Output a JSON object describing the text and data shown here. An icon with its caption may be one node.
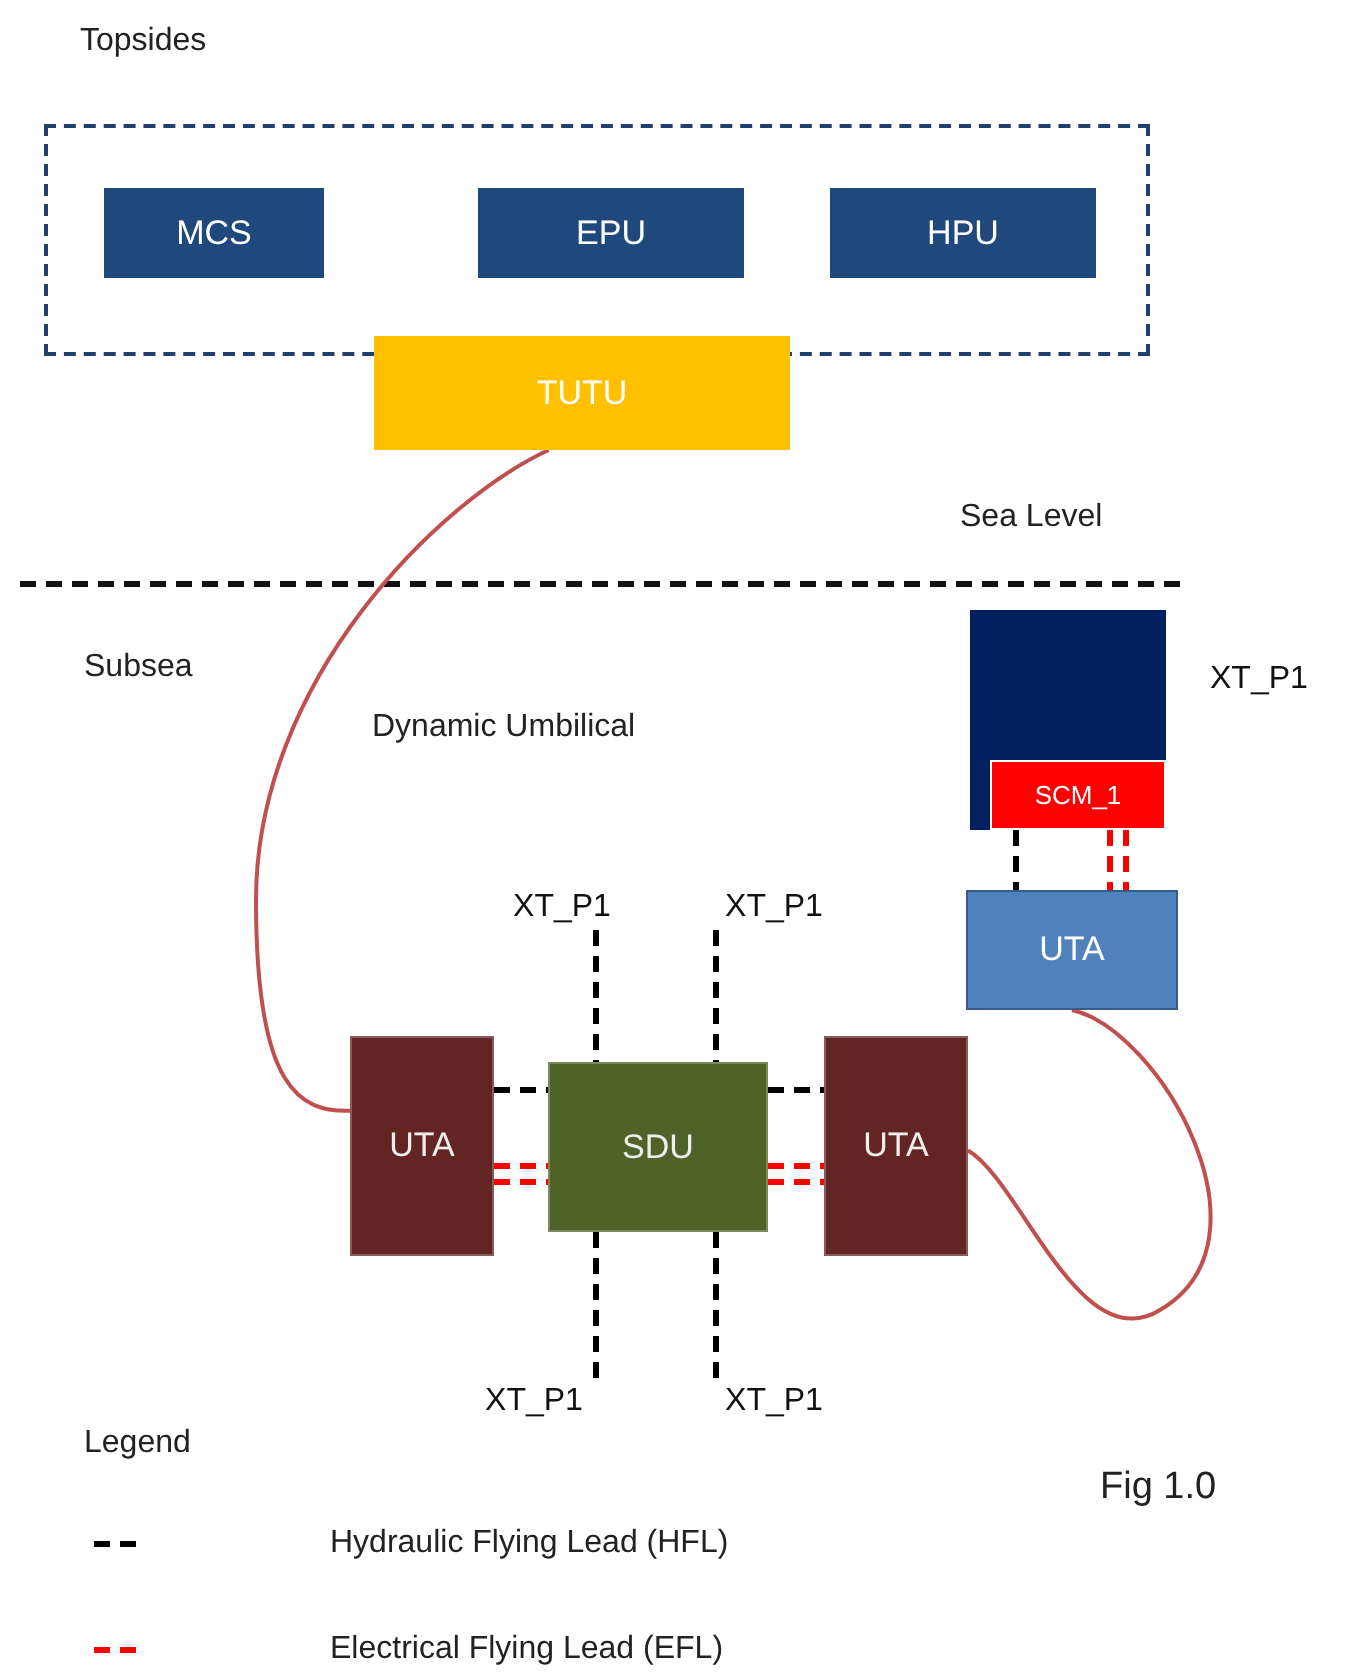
{
  "diagram": {
    "nodes": [
      {
        "text": [
          "Topsides"
        ]
      },
      {
        "text": [
          "MCS"
        ],
        "in": 0
      },
      {
        "text": [
          "EPU"
        ],
        "in": 0
      },
      {
        "text": [
          "HPU"
        ],
        "in": 0
      },
      {
        "text": [
          "TUTU"
        ]
      },
      {
        "text": [
          "UTA"
        ]
      },
      {
        "text": [
          "SDU"
        ]
      },
      {
        "text": [
          "UTA"
        ]
      },
      {
        "text": [
          "XT_P1"
        ]
      },
      {
        "text": [
          "XT_P1"
        ]
      },
      {
        "text": [
          "XT_P1"
        ]
      },
      {
        "text": [
          "XT_P1"
        ]
      },
      {
        "text": [],
        "shape": "box",
        "beside": [
          "XT_P1"
        ]
      },
      {
        "text": [
          "SCM_1"
        ],
        "in": 12
      },
      {
        "text": [
          "UTA"
        ]
      }
    ],
    "edges": [
      {
        "from": 4,
        "to": 5,
        "arrow": "none",
        "color": "#c0504d"
      },
      {
        "from": 5,
        "to": 6,
        "arrow": "none",
        "style": "dashed"
      },
      {
        "from": 5,
        "to": 6,
        "arrow": "none",
        "style": "dashed",
        "color": "#ff0000"
      },
      {
        "from": 5,
        "to": 6,
        "arrow": "none",
        "style": "dashed",
        "color": "#ff0000"
      },
      {
        "from": 6,
        "to": 7,
        "arrow": "none",
        "style": "dashed"
      },
      {
        "from": 6,
        "to": 7,
        "arrow": "none",
        "style": "dashed",
        "color": "#ff0000"
      },
      {
        "from": 6,
        "to": 7,
        "arrow": "none",
        "style": "dashed",
        "color": "#ff0000"
      },
      {
        "from": 6,
        "to": 8,
        "arrow": "none",
        "style": "dashed"
      },
      {
        "from": 6,
        "to": 9,
        "arrow": "none",
        "style": "dashed"
      },
      {
        "from": 6,
        "to": 10,
        "arrow": "none",
        "style": "dashed"
      },
      {
        "from": 6,
        "to": 11,
        "arrow": "none",
        "style": "dashed"
      },
      {
        "from": 13,
        "to": 14,
        "arrow": "none",
        "style": "dashed"
      },
      {
        "from": 13,
        "to": 14,
        "arrow": "none",
        "style": "dashed",
        "color": "#ff0000"
      },
      {
        "from": 13,
        "to": 14,
        "arrow": "none",
        "style": "dashed",
        "color": "#ff0000"
      },
      {
        "from": 14,
        "to": 7,
        "arrow": "none",
        "color": "#c0504d"
      }
    ],
    "labels": [
      "Sea Level",
      "Subsea",
      "Dynamic Umbilical",
      "Legend",
      "Fig 1.0"
    ],
    "legend": [
      {
        "text": "Hydraulic Flying Lead (HFL)"
      },
      {
        "text": "Electrical Flying Lead (EFL)"
      }
    ]
  }
}
